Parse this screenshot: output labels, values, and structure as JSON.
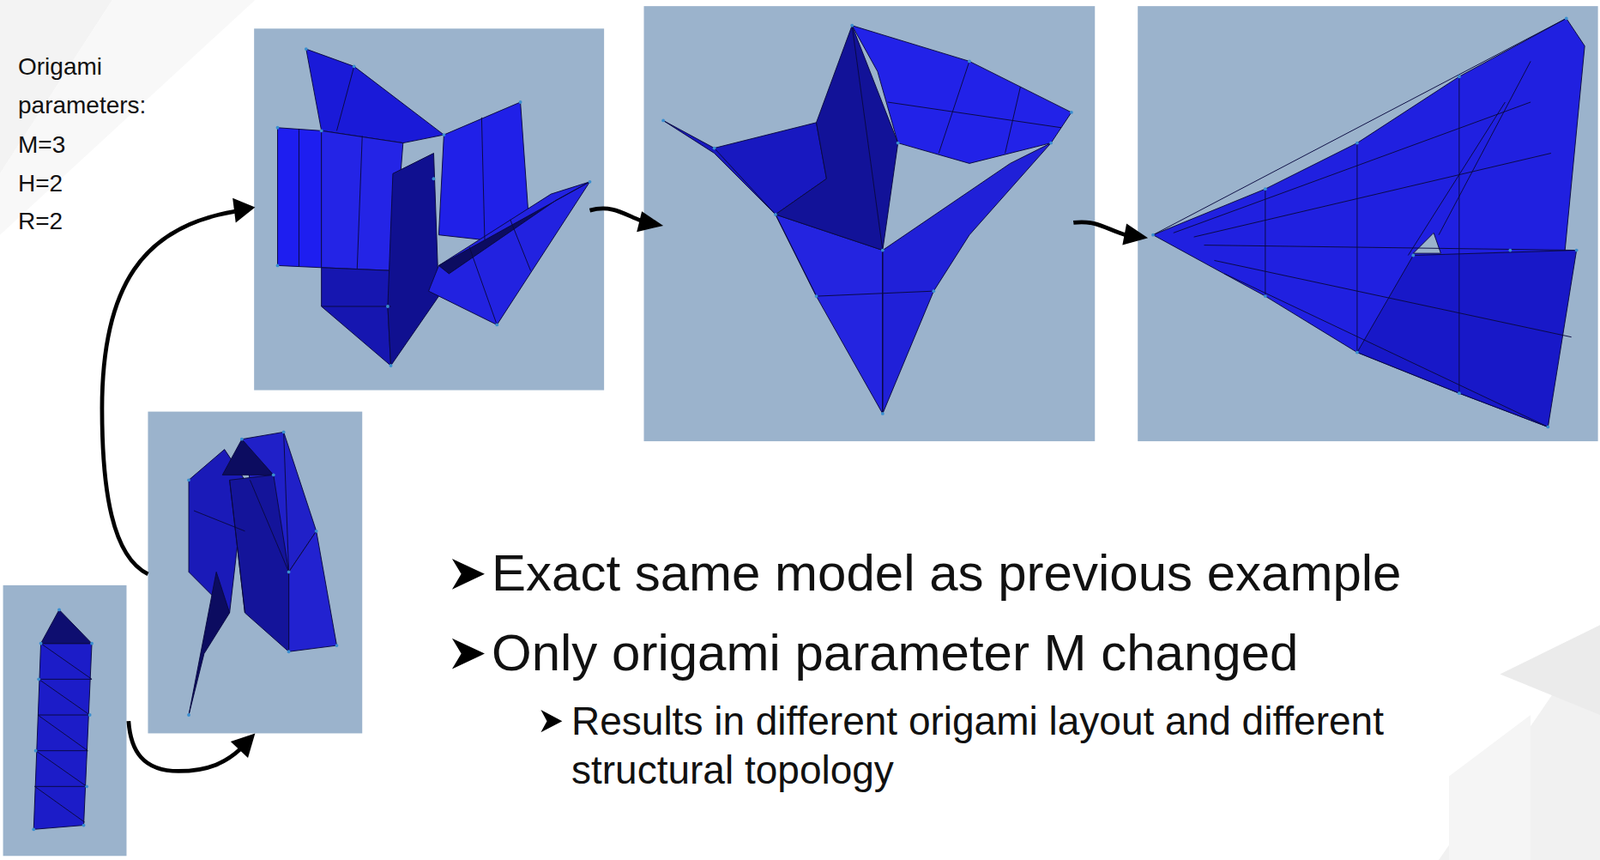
{
  "diagram": {
    "labels": [
      "Origami parameters:",
      "M=3",
      "H=2",
      "R=2",
      "Exact same model as previous example",
      "Only origami parameter M changed",
      "Results in different origami layout and different structural topology"
    ]
  }
}
